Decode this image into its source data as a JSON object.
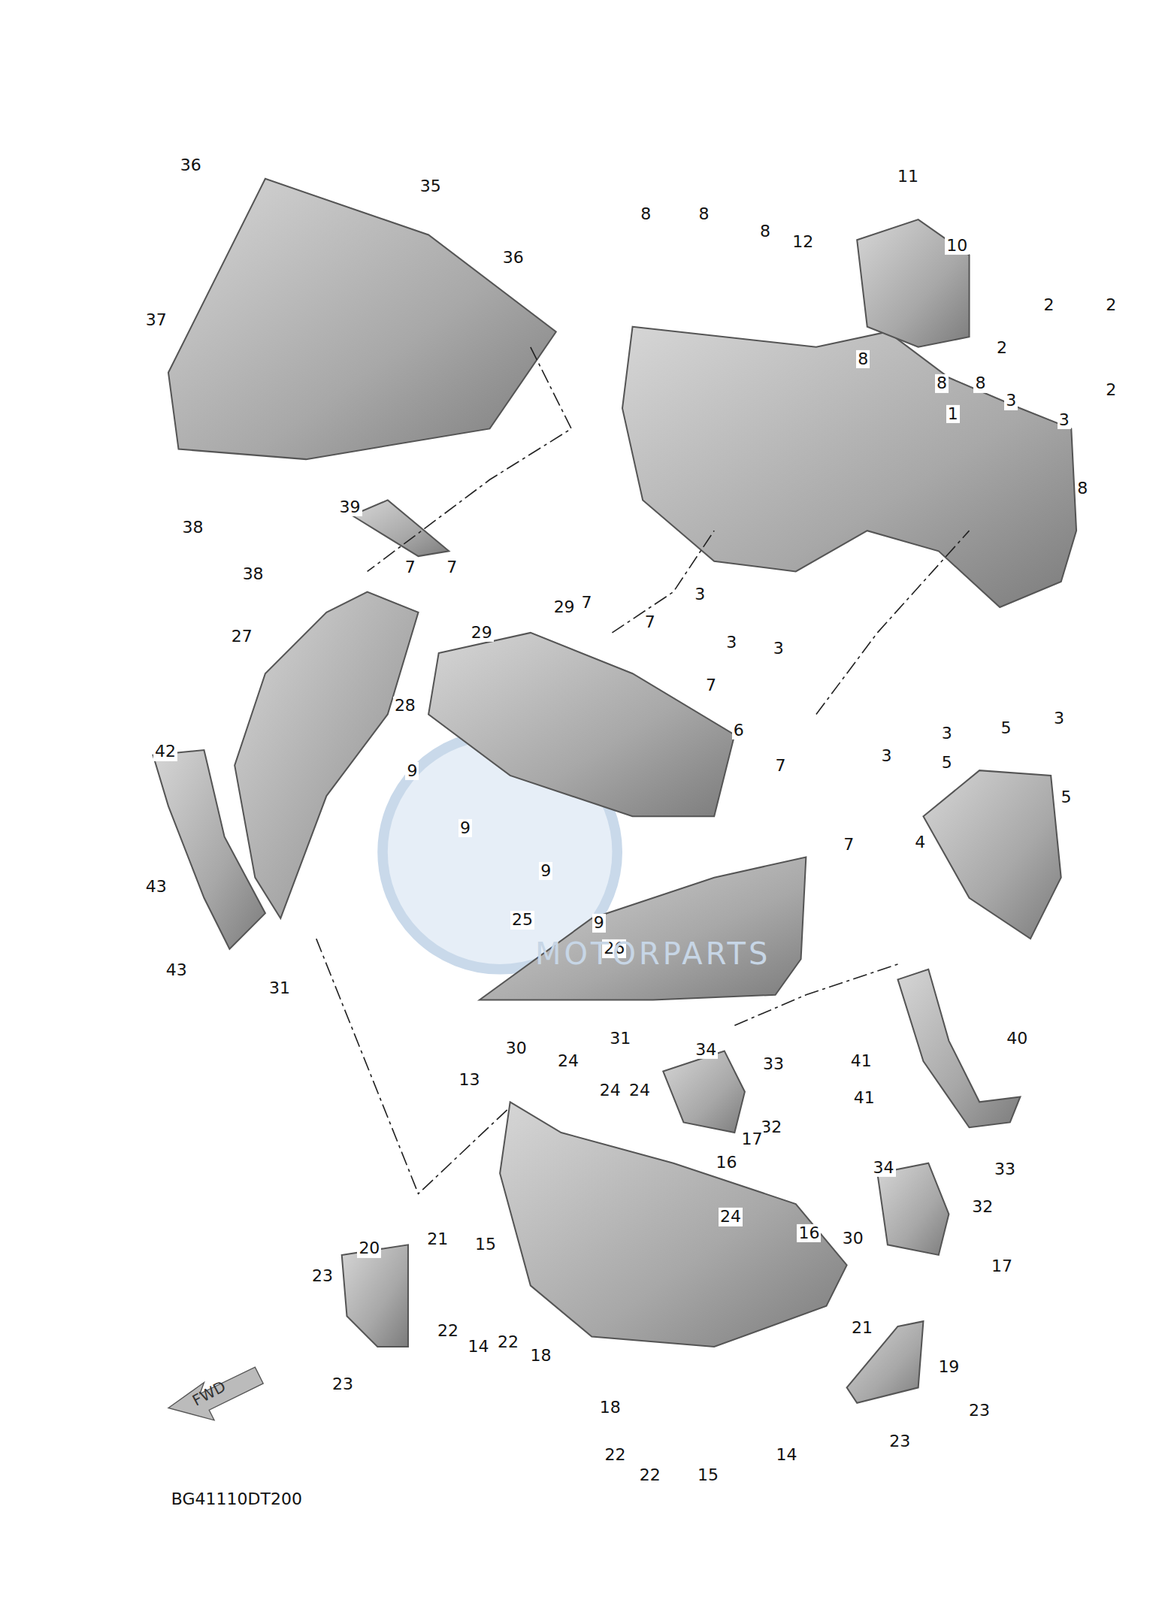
{
  "diagram": {
    "labels": [
      "36",
      "35",
      "36",
      "37",
      "38",
      "38",
      "39",
      "11",
      "10",
      "8",
      "8",
      "8",
      "12",
      "2",
      "2",
      "2",
      "2",
      "8",
      "8",
      "8",
      "1",
      "3",
      "3",
      "8",
      "7",
      "7",
      "29",
      "29",
      "7",
      "7",
      "7",
      "7",
      "7",
      "6",
      "27",
      "28",
      "9",
      "9",
      "9",
      "9",
      "26",
      "3",
      "3",
      "3",
      "3",
      "3",
      "3",
      "5",
      "5",
      "5",
      "4",
      "42",
      "43",
      "43",
      "31",
      "25",
      "MOTORPARTS",
      "31",
      "34",
      "33",
      "32",
      "30",
      "24",
      "24",
      "24",
      "13",
      "17",
      "16",
      "24",
      "16",
      "30",
      "34",
      "33",
      "32",
      "17",
      "40",
      "41",
      "41",
      "21",
      "20",
      "15",
      "23",
      "22",
      "14",
      "22",
      "18",
      "23",
      "21",
      "19",
      "18",
      "22",
      "22",
      "15",
      "14",
      "23",
      "23",
      "FWD",
      "BG41110DT200"
    ]
  }
}
